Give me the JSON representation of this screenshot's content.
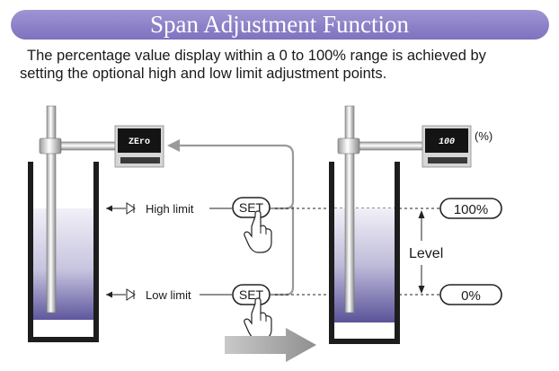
{
  "header": {
    "title": "Span Adjustment Function",
    "description_line1": "The percentage value display within a 0 to 100% range is achieved by",
    "description_line2": "setting the optional high and low limit adjustment points."
  },
  "left_device": {
    "display": "ZEro"
  },
  "right_device": {
    "display": "100",
    "unit": "(%)"
  },
  "labels": {
    "high_limit": "High limit",
    "low_limit": "Low limit",
    "set_high": "SET",
    "set_low": "SET",
    "value_100": "100%",
    "value_0": "0%",
    "level": "Level"
  },
  "colors": {
    "title_bar": "#8e84c9",
    "liquid_dark": "#5e579e",
    "liquid_light": "#e9e8f3",
    "arrow_gray": "#9a9a9a"
  }
}
